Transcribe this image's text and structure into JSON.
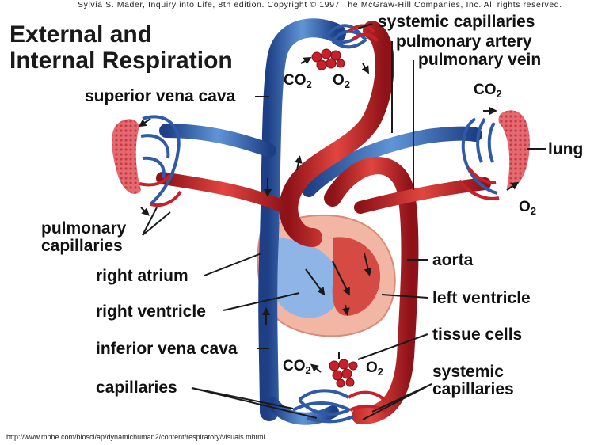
{
  "copyright": "Sylvia S. Mader, Inquiry into Life, 8th edition. Copyright © 1997 The McGraw-Hill Companies, Inc. All rights reserved.",
  "title_line1": "External and",
  "title_line2": "Internal Respiration",
  "url": "http://www.mhhe.com/biosci/ap/dynamichuman2/content/respiratory/visuals.mhtml",
  "labels": {
    "systemic_capillaries_top": "systemic capillaries",
    "pulmonary_artery": "pulmonary artery",
    "pulmonary_vein": "pulmonary vein",
    "superior_vena_cava": "superior vena cava",
    "lung": "lung",
    "pulmonary_capillaries_1": "pulmonary",
    "pulmonary_capillaries_2": "capillaries",
    "aorta": "aorta",
    "right_atrium": "right atrium",
    "left_ventricle": "left ventricle",
    "right_ventricle": "right ventricle",
    "tissue_cells": "tissue cells",
    "inferior_vena_cava": "inferior vena cava",
    "systemic_capillaries_bottom_1": "systemic",
    "systemic_capillaries_bottom_2": "capillaries",
    "capillaries": "capillaries"
  },
  "gases": {
    "co2_base": "CO",
    "co2_sub": "2",
    "o2_base": "O",
    "o2_sub": "2"
  },
  "colors": {
    "oxygenated": "#c8202a",
    "deoxygenated": "#2f5aa8",
    "heart_light": "#f2b7a4",
    "lung_pink": "#e0505a"
  }
}
